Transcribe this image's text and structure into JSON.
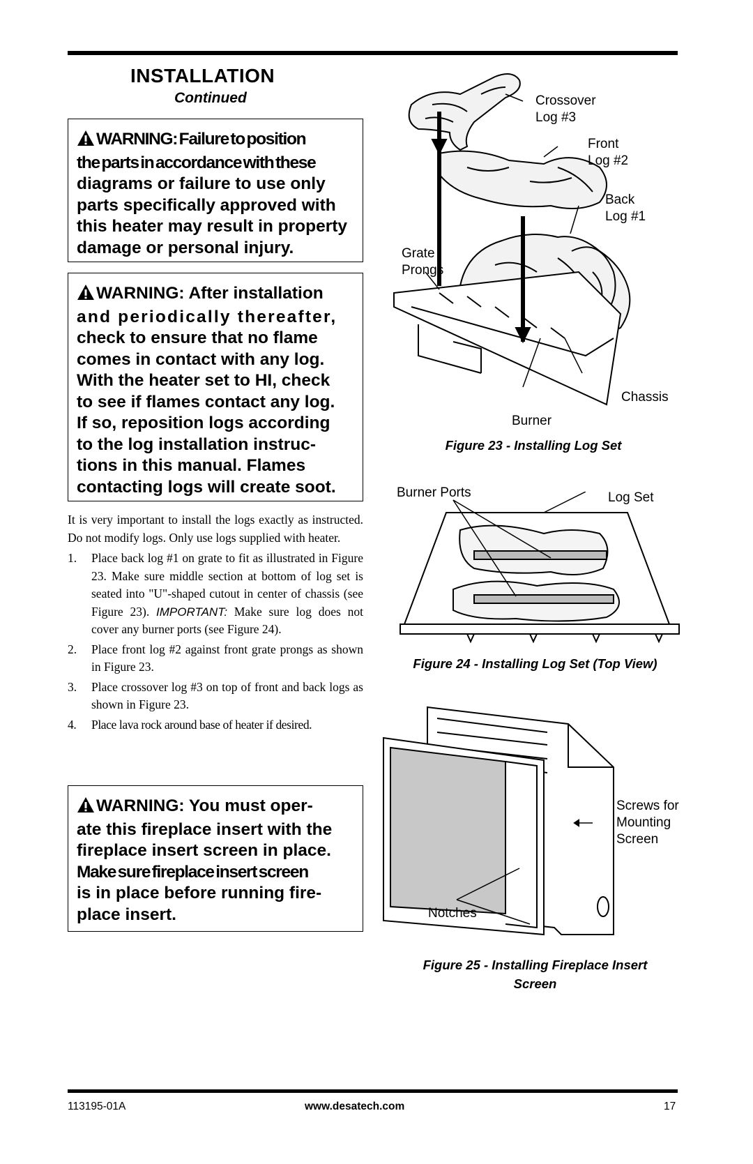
{
  "header": {
    "title": "INSTALLATION",
    "subtitle": "Continued"
  },
  "warnings": {
    "w1": {
      "lines": [
        "WARNING: Failure to position",
        "the parts in accordance with these",
        "diagrams or failure to use only",
        "parts specifically approved with",
        "this heater may result in property",
        "damage or personal injury."
      ]
    },
    "w2": {
      "lines": [
        "WARNING: After installation",
        "and periodically thereafter,",
        "check to ensure that no flame",
        "comes in contact with any log.",
        "With the heater set to HI, check",
        "to see if flames contact any log.",
        "If so, reposition logs according",
        "to the log installation instruc-",
        "tions in this manual. Flames",
        "contacting logs will create soot."
      ]
    },
    "w3": {
      "lines": [
        "WARNING: You must oper-",
        "ate this fireplace insert with the",
        "fireplace insert screen in place.",
        "Make sure fireplace insert screen",
        "is in place before running fire-",
        "place insert."
      ]
    }
  },
  "body": {
    "intro": "It is very important to install the logs exactly as instructed. Do not modify logs. Only use logs supplied with heater.",
    "steps": [
      {
        "num": "1.",
        "text": "Place back log #1 on grate to fit as illustrated in Figure 23. Make sure middle section at bottom of log set is seated into \"U\"-shaped cutout in center of chassis (see Figure 23).",
        "important_label": "IMPORTANT:",
        "important_text": " Make sure log does not cover any burner ports (see Figure 24)."
      },
      {
        "num": "2.",
        "text": "Place front log #2 against front grate prongs as shown in Figure 23."
      },
      {
        "num": "3.",
        "text": "Place crossover log #3 on top of front and back logs as shown in Figure 23."
      },
      {
        "num": "4.",
        "text": "Place lava rock around base of heater if desired."
      }
    ]
  },
  "figure23": {
    "caption": "Figure 23 - Installing Log Set",
    "labels": {
      "crossover": [
        "Crossover",
        "Log #3"
      ],
      "front": [
        "Front",
        "Log #2"
      ],
      "back": [
        "Back",
        "Log #1"
      ],
      "grate": [
        "Grate",
        "Prongs"
      ],
      "chassis": "Chassis",
      "burner": "Burner"
    }
  },
  "figure24": {
    "caption": "Figure 24 - Installing Log Set (Top View)",
    "labels": {
      "burner_ports": "Burner Ports",
      "log_set": "Log Set"
    }
  },
  "figure25": {
    "caption_lines": [
      "Figure 25 - Installing Fireplace Insert",
      "Screen"
    ],
    "labels": {
      "screws": [
        "Screws for",
        "Mounting",
        "Screen"
      ],
      "notches": "Notches"
    }
  },
  "footer": {
    "doc_number": "113195-01A",
    "website": "www.desatech.com",
    "page_number": "17"
  }
}
